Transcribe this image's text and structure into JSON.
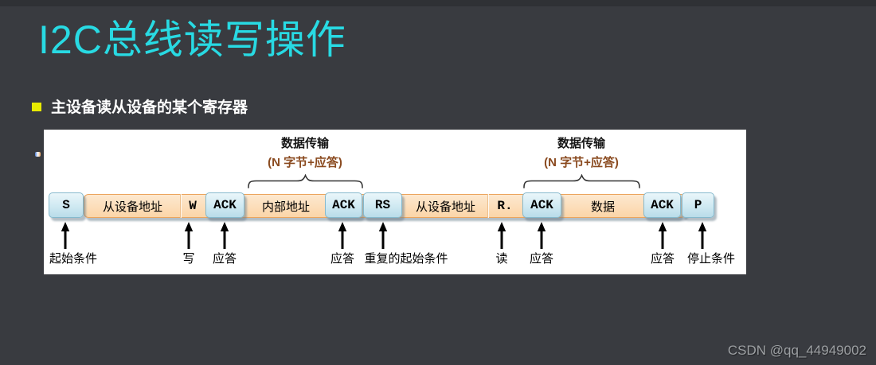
{
  "page": {
    "title": "I2C总线读写操作",
    "bullet": "主设备读从设备的某个寄存器",
    "watermark": "CSDN @qq_44949002"
  },
  "colors": {
    "background": "#393b40",
    "title_accent": "#28dae3",
    "bullet_marker": "#e8ea00",
    "panel": "#ffffff",
    "box_blue_fill": "#cfe9f2",
    "box_blue_border": "#85b9cd",
    "box_peach_fill": "#fbd5a8",
    "box_peach_border": "#eca55e",
    "brace_subtitle": "#8a4a1f",
    "watermark_gray": "#9da0a3"
  },
  "diagram": {
    "braces": [
      {
        "title": "数据传输",
        "subtitle": "(N 字节+应答)"
      },
      {
        "title": "数据传输",
        "subtitle": "(N 字节+应答)"
      }
    ],
    "boxes": [
      {
        "label": "S",
        "type": "blue"
      },
      {
        "label": "从设备地址",
        "type": "peach"
      },
      {
        "label": "W",
        "type": "peach"
      },
      {
        "label": "ACK",
        "type": "blue"
      },
      {
        "label": "内部地址",
        "type": "peach"
      },
      {
        "label": "ACK",
        "type": "blue"
      },
      {
        "label": "RS",
        "type": "blue"
      },
      {
        "label": "从设备地址",
        "type": "peach"
      },
      {
        "label": "R.",
        "type": "peach"
      },
      {
        "label": "ACK",
        "type": "blue"
      },
      {
        "label": "数据",
        "type": "peach"
      },
      {
        "label": "ACK",
        "type": "blue"
      },
      {
        "label": "P",
        "type": "blue"
      }
    ],
    "annotations": [
      {
        "label": "起始条件"
      },
      {
        "label": "写"
      },
      {
        "label": "应答"
      },
      {
        "label": "应答"
      },
      {
        "label": "重复的起始条件"
      },
      {
        "label": "读"
      },
      {
        "label": "应答"
      },
      {
        "label": "应答"
      },
      {
        "label": "停止条件"
      }
    ]
  }
}
